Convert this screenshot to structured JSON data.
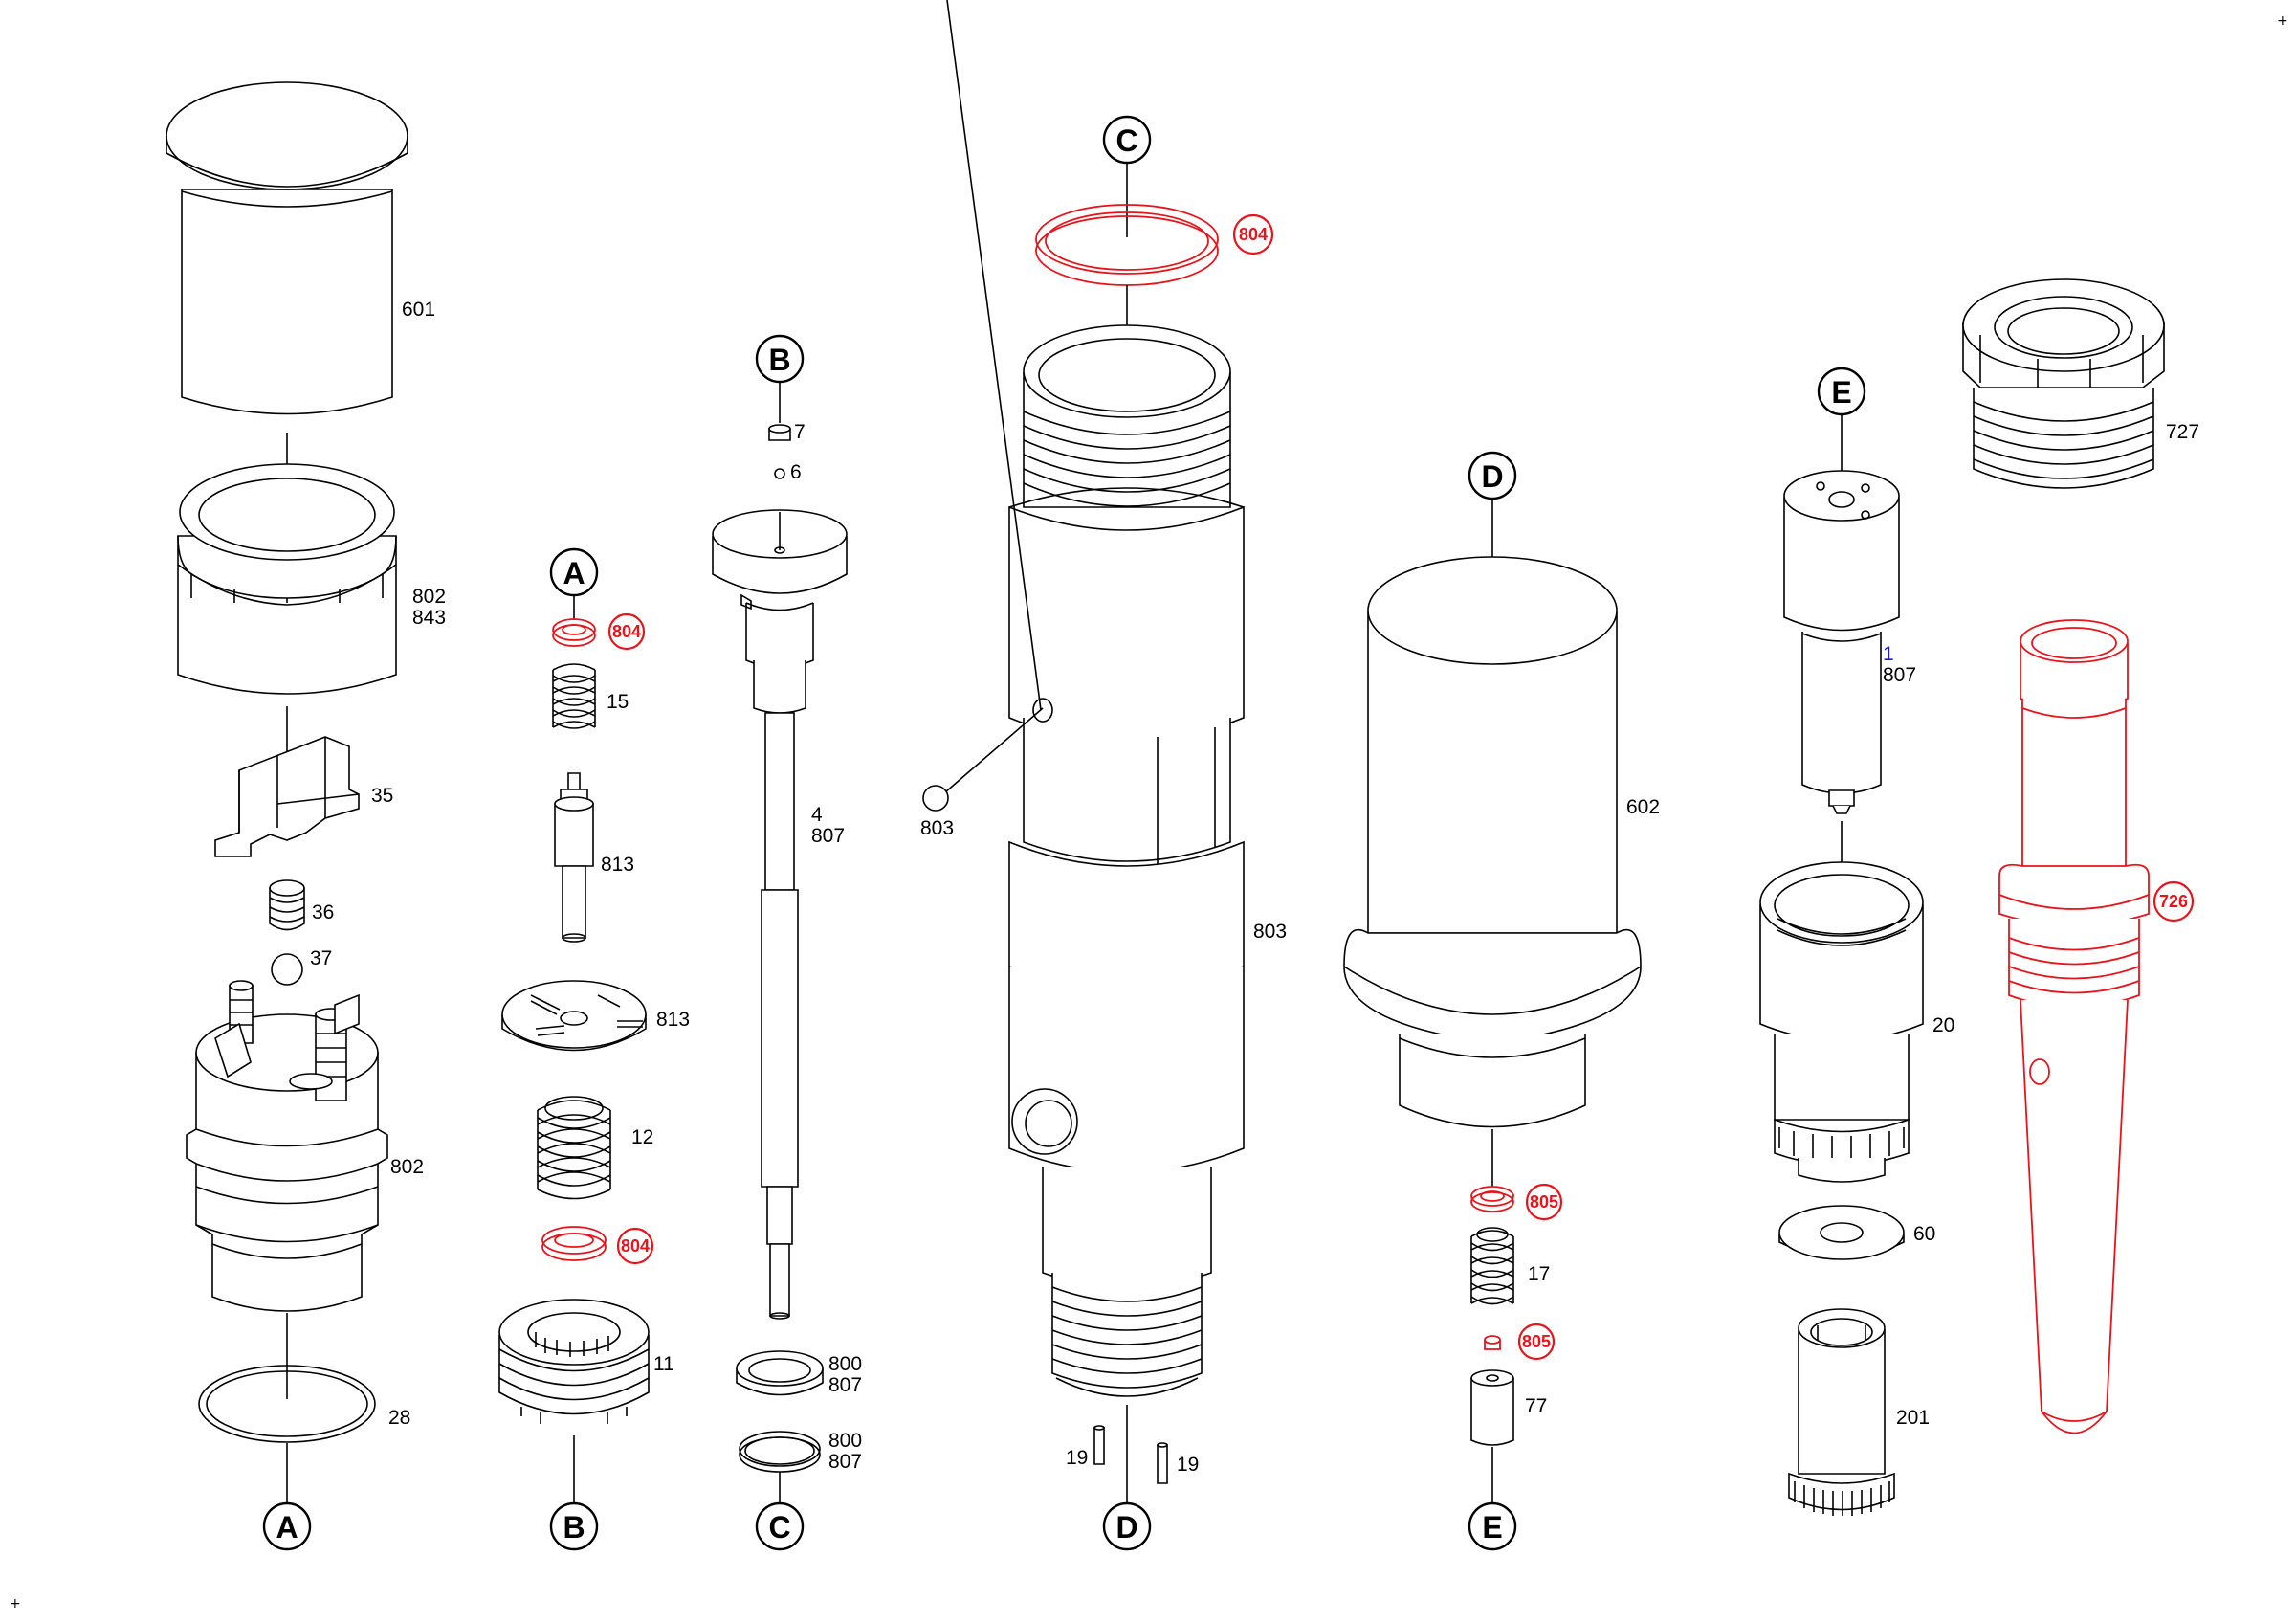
{
  "connectors": {
    "a_top": "A",
    "a_bottom": "A",
    "b_top": "B",
    "b_bottom": "B",
    "c_top": "C",
    "c_bottom": "C",
    "d_top": "D",
    "d_bottom": "D",
    "e_top": "E",
    "e_bottom": "E"
  },
  "labels": {
    "p601": "601",
    "p802_843_a": "802",
    "p802_843_b": "843",
    "p35": "35",
    "p36": "36",
    "p37": "37",
    "p802": "802",
    "p28": "28",
    "p15": "15",
    "p813_a": "813",
    "p813_b": "813",
    "p12": "12",
    "p11": "11",
    "p7": "7",
    "p6": "6",
    "p4_a": "4",
    "p4_b": "807",
    "p800_807_1a": "800",
    "p800_807_1b": "807",
    "p800_807_2a": "800",
    "p800_807_2b": "807",
    "p803_ball": "803",
    "p803_body": "803",
    "p19_a": "19",
    "p19_b": "19",
    "p602": "602",
    "p17": "17",
    "p77": "77",
    "p1": "1",
    "p807": "807",
    "p20": "20",
    "p60": "60",
    "p201": "201",
    "p727": "727"
  },
  "red_labels": {
    "r804_top": "804",
    "r804_a": "804",
    "r804_b": "804",
    "r805_a": "805",
    "r805_b": "805",
    "r726": "726"
  },
  "corner_marks": {
    "top_right": "+",
    "bottom_left": "+"
  },
  "colors": {
    "line": "#000000",
    "highlight": "#e8141c",
    "blue_ref": "#1a1ae0",
    "background": "#ffffff"
  }
}
